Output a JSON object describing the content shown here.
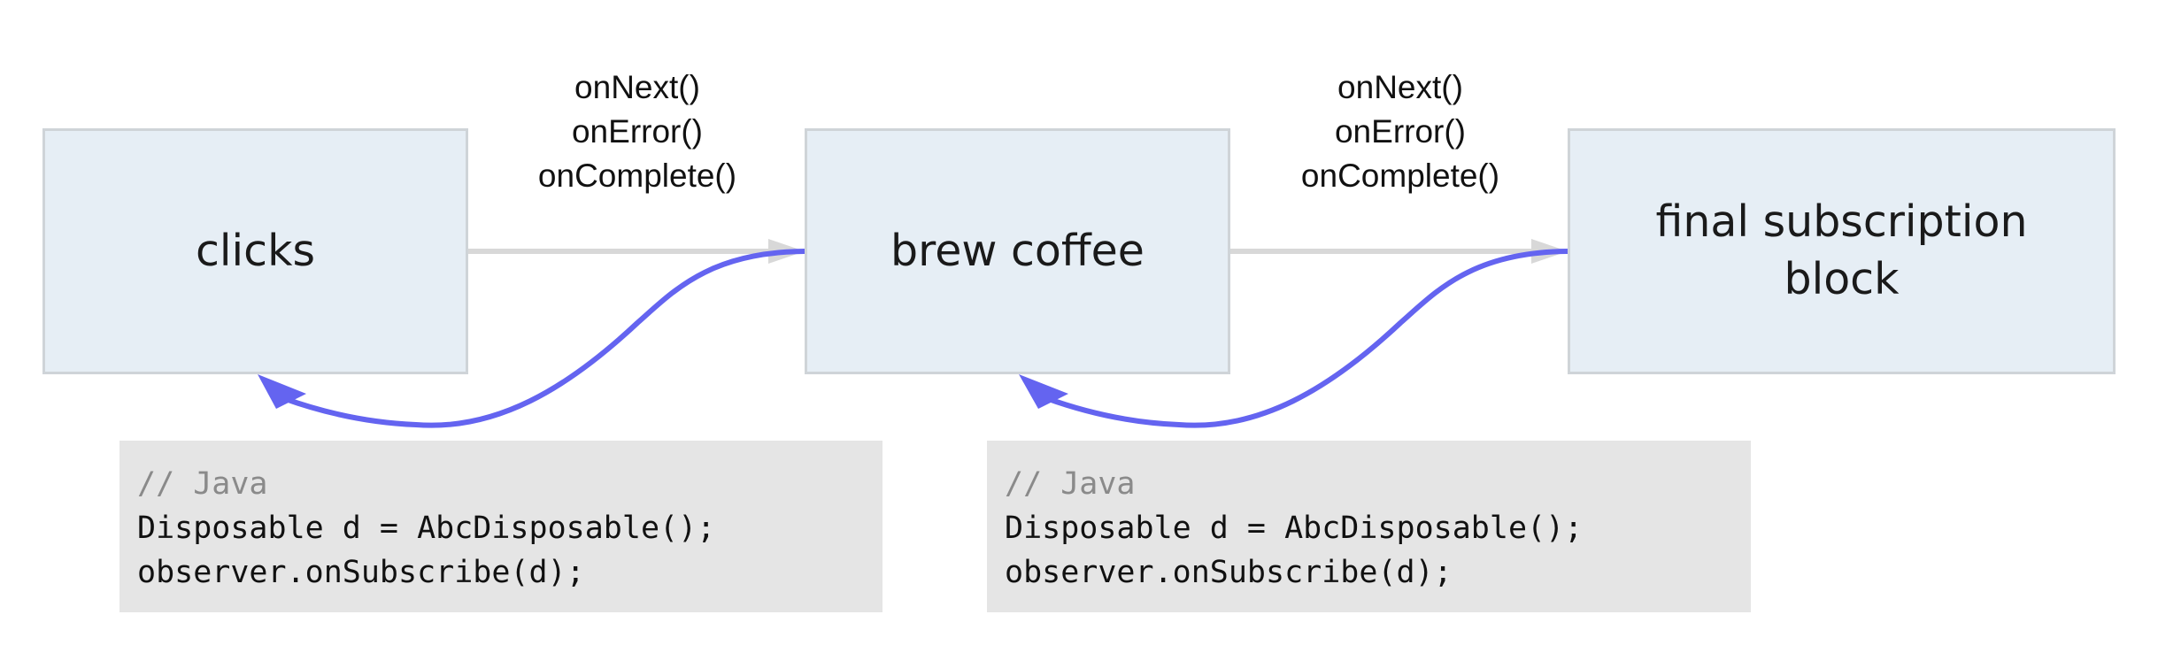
{
  "boxes": {
    "clicks": "clicks",
    "brew": "brew coffee",
    "final": "final subscription\nblock"
  },
  "events": [
    {
      "next": "onNext()",
      "error": "onError()",
      "complete": "onComplete()"
    },
    {
      "next": "onNext()",
      "error": "onError()",
      "complete": "onComplete()"
    }
  ],
  "code_blocks": [
    {
      "comment": "// Java",
      "line1": "Disposable d = AbcDisposable();",
      "line2": "observer.onSubscribe(d);"
    },
    {
      "comment": "// Java",
      "line1": "Disposable d = AbcDisposable();",
      "line2": "observer.onSubscribe(d);"
    }
  ],
  "colors": {
    "box_fill": "#e6eef5",
    "box_border": "#cfd4d8",
    "forward_arrow": "#d8d8d8",
    "subscribe_arrow": "#6464f0",
    "code_background": "#e5e5e5",
    "code_comment": "#8a8a8a"
  }
}
